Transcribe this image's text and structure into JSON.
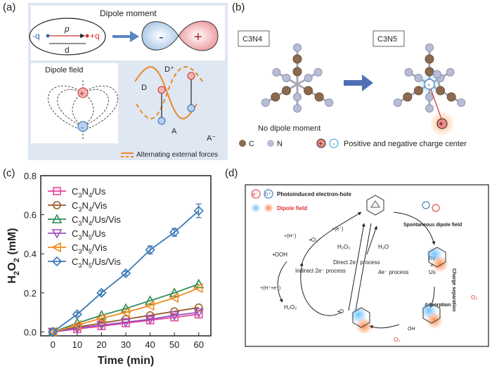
{
  "panels": {
    "a": {
      "label": "(a)",
      "dipole_moment_title": "Dipole moment",
      "neg_charge": "-q",
      "pos_charge": "+q",
      "p_label": "p",
      "d_label": "d",
      "lobe_minus": "-",
      "lobe_plus": "+",
      "dipole_field_title": "Dipole field",
      "d_plus": "D⁺",
      "d": "D",
      "a": "A",
      "a_minus": "A⁻",
      "legend": "Alternating external forces"
    },
    "b": {
      "label": "(b)",
      "left_name": "C3N4",
      "right_name": "C3N5",
      "no_dipole": "No dipole moment",
      "legend_c": "C",
      "legend_n": "N",
      "legend_charge": "Positive and negative charge center",
      "plus": "+",
      "minus": "-"
    },
    "c": {
      "label": "(c)"
    },
    "d": {
      "label": "(d)",
      "legend_e": "e⁻",
      "legend_h": "h⁺",
      "legend_pair": "Photoinduced electron-hole",
      "legend_field": "Dipole field",
      "superoxide": "•O₂⁻",
      "hydroperoxyl": "•OOH",
      "e1": "+(e⁻)",
      "h1": "+(H⁺)",
      "he": "+(H⁺+e⁻)",
      "indirect": "Indirect 2e⁻ process",
      "direct": "Direct 2e⁻ process",
      "fourE": "4e⁻ process",
      "h2o2_left": "H₂O₂",
      "h2o2_mid": "H₂O₂",
      "h2o": "H₂O",
      "spont": "Spontaneous dipole field",
      "hv": "hν",
      "plus_sym": "+",
      "us": "Us",
      "charge_sep": "Charge separation",
      "adsorption": "Adsorption",
      "o2_a": "O₂",
      "o2_b": "O₂",
      "oh": "OH",
      "radical_o": "•O"
    }
  },
  "chart_data": {
    "type": "line",
    "xlabel": "Time (min)",
    "ylabel": "H2O2 (mM)",
    "xlim": [
      -5,
      65
    ],
    "ylim": [
      -0.02,
      0.8
    ],
    "xticks": [
      0,
      10,
      20,
      30,
      40,
      50,
      60
    ],
    "yticks": [
      0.0,
      0.2,
      0.4,
      0.6,
      0.8
    ],
    "x": [
      0,
      10,
      20,
      30,
      40,
      50,
      60
    ],
    "legend_position": "top-left",
    "grid": false,
    "series": [
      {
        "name": "C3N4/Us",
        "color": "#e8459a",
        "marker": "square",
        "values": [
          0.0,
          0.015,
          0.03,
          0.045,
          0.06,
          0.075,
          0.09
        ]
      },
      {
        "name": "C3N4/Vis",
        "color": "#9a5a2a",
        "marker": "circle",
        "values": [
          0.0,
          0.025,
          0.045,
          0.065,
          0.085,
          0.105,
          0.125
        ]
      },
      {
        "name": "C3N4/Us/Vis",
        "color": "#2e8b57",
        "marker": "triangle-up",
        "values": [
          0.0,
          0.045,
          0.085,
          0.12,
          0.16,
          0.2,
          0.245
        ]
      },
      {
        "name": "C3N5/Us",
        "color": "#9b4fbf",
        "marker": "triangle-down",
        "values": [
          0.0,
          0.02,
          0.035,
          0.05,
          0.065,
          0.085,
          0.1
        ]
      },
      {
        "name": "C3N5/Vis",
        "color": "#f08c1e",
        "marker": "triangle-left",
        "values": [
          0.0,
          0.035,
          0.07,
          0.1,
          0.135,
          0.175,
          0.225
        ]
      },
      {
        "name": "C3N5/Us/Vis",
        "color": "#3a78b5",
        "marker": "diamond",
        "values": [
          0.0,
          0.09,
          0.2,
          0.3,
          0.42,
          0.51,
          0.62
        ],
        "error": [
          0,
          0.01,
          0.01,
          0.01,
          0.02,
          0.02,
          0.035
        ]
      }
    ],
    "colors": {
      "c_atom": "#8b6a4f",
      "n_atom": "#b8bdd6",
      "accent_orange": "#e8892c",
      "accent_red": "#d9353a",
      "accent_blue": "#3a78b5"
    }
  }
}
